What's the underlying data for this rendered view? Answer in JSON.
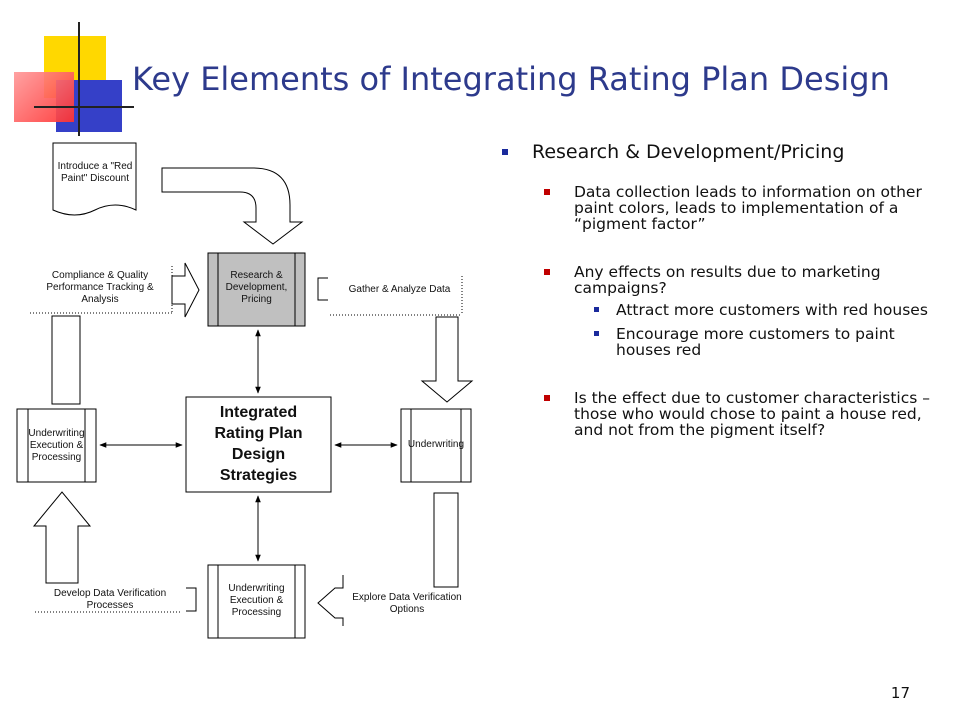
{
  "title": "Key Elements of Integrating Rating Plan Design",
  "page_number": "17",
  "colors": {
    "title": "#2d3a8c",
    "deco_yellow": "#ffd800",
    "deco_red": "#ff4444",
    "deco_blue": "#3540c8",
    "box_gray": "#c0c0c0",
    "bullet_blue": "#1a2a9c",
    "bullet_red": "#c00000"
  },
  "diagram": {
    "doc_note": "Introduce a \"Red Paint\" Discount",
    "center": "Integrated Rating Plan Design Strategies",
    "top_box": "Research & Development, Pricing",
    "left_box": "Underwriting Execution & Processing",
    "right_box": "Underwriting",
    "bottom_box": "Underwriting Execution & Processing",
    "label_compliance": "Compliance & Quality Performance Tracking & Analysis",
    "label_gather": "Gather & Analyze Data",
    "label_develop": "Develop Data Verification Processes",
    "label_explore": "Explore Data Verification Options"
  },
  "bullets": {
    "main": "Research & Development/Pricing",
    "item1": "Data collection leads to information on other paint colors, leads to implementation of a “pigment factor”",
    "item2": "Any effects on results due to marketing campaigns?",
    "item2_sub1": "Attract more customers with red houses",
    "item2_sub2": "Encourage more customers to paint houses red",
    "item3": "Is the effect due to customer characteristics – those who would chose to paint a house red, and not from the pigment itself?"
  }
}
